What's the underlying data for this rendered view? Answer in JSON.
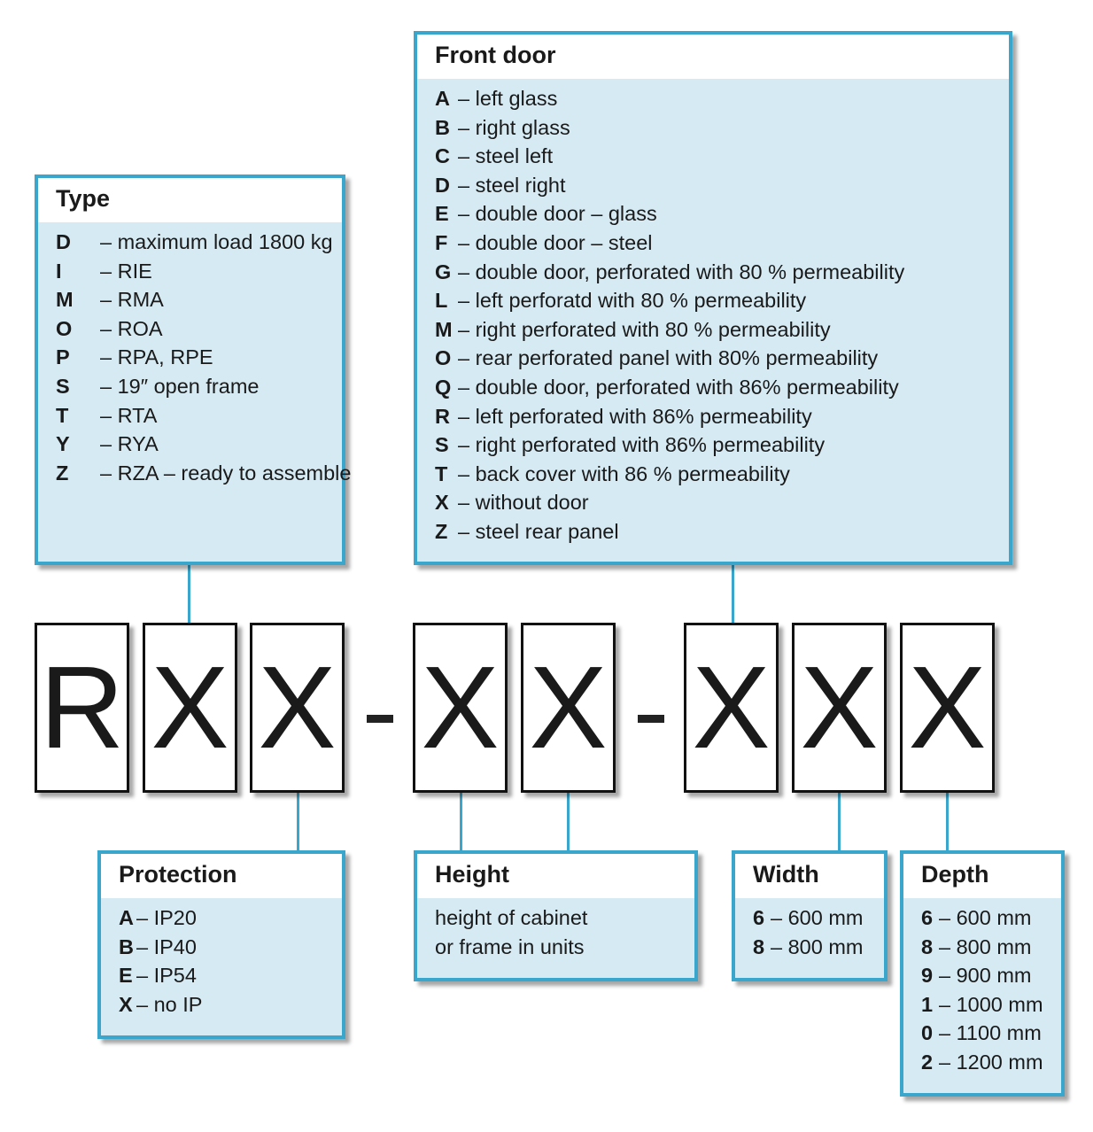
{
  "type_box": {
    "title": "Type",
    "items": [
      {
        "key": "D",
        "text": "– maximum load 1800 kg"
      },
      {
        "key": "I",
        "text": "– RIE"
      },
      {
        "key": "M",
        "text": "– RMA"
      },
      {
        "key": "O",
        "text": "– ROA"
      },
      {
        "key": "P",
        "text": "– RPA, RPE"
      },
      {
        "key": "S",
        "text": "– 19″ open frame"
      },
      {
        "key": "T",
        "text": "– RTA"
      },
      {
        "key": "Y",
        "text": "– RYA"
      },
      {
        "key": "Z",
        "text": "– RZA – ready to assemble"
      }
    ]
  },
  "front_door_box": {
    "title": "Front door",
    "items": [
      {
        "key": "A",
        "text": "– left glass"
      },
      {
        "key": "B",
        "text": "– right glass"
      },
      {
        "key": "C",
        "text": "– steel left"
      },
      {
        "key": "D",
        "text": "– steel right"
      },
      {
        "key": "E",
        "text": "– double door – glass"
      },
      {
        "key": "F",
        "text": "– double door – steel"
      },
      {
        "key": "G",
        "text": "– double door, perforated with 80 % permeability"
      },
      {
        "key": "L",
        "text": "– left perforatd with 80 % permeability"
      },
      {
        "key": "M",
        "text": "– right perforated with 80 % permeability"
      },
      {
        "key": "O",
        "text": "– rear perforated panel with 80% permeability"
      },
      {
        "key": "Q",
        "text": "– double door, perforated with 86% permeability"
      },
      {
        "key": "R",
        "text": "– left perforated with 86% permeability"
      },
      {
        "key": "S",
        "text": "– right perforated with 86% permeability"
      },
      {
        "key": "T",
        "text": "– back cover with 86 % permeability"
      },
      {
        "key": "X",
        "text": "– without door"
      },
      {
        "key": "Z",
        "text": "– steel rear panel"
      }
    ]
  },
  "protection_box": {
    "title": "Protection",
    "items": [
      {
        "key": "A",
        "text": "– IP20"
      },
      {
        "key": "B",
        "text": "– IP40"
      },
      {
        "key": "E",
        "text": "– IP54"
      },
      {
        "key": "X",
        "text": "– no IP"
      }
    ]
  },
  "height_box": {
    "title": "Height",
    "lines": [
      "height of cabinet",
      "or frame in units"
    ]
  },
  "width_box": {
    "title": "Width",
    "items": [
      {
        "key": "6",
        "text": "– 600 mm"
      },
      {
        "key": "8",
        "text": "– 800 mm"
      }
    ]
  },
  "depth_box": {
    "title": "Depth",
    "items": [
      {
        "key": "6",
        "text": "– 600 mm"
      },
      {
        "key": "8",
        "text": "– 800 mm"
      },
      {
        "key": "9",
        "text": "– 900 mm"
      },
      {
        "key": "1",
        "text": "– 1000 mm"
      },
      {
        "key": "0",
        "text": "– 1100 mm"
      },
      {
        "key": "2",
        "text": "– 1200 mm"
      }
    ]
  },
  "code": {
    "chars": [
      "R",
      "X",
      "X",
      "X",
      "X",
      "X",
      "X",
      "X"
    ],
    "separator": "-"
  },
  "colors": {
    "box_border": "#3aa6cc",
    "box_fill": "#d6eaf3",
    "connector": "#3aa6cc"
  }
}
